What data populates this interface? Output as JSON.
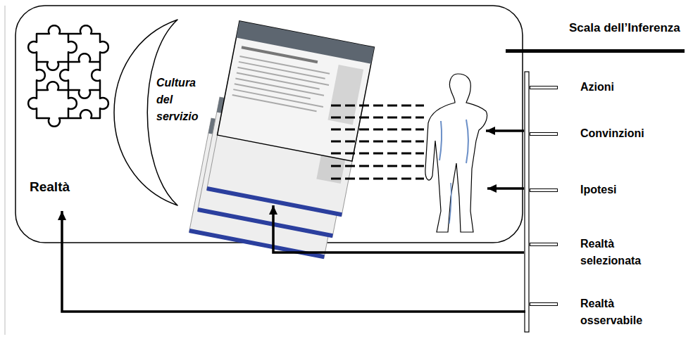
{
  "diagram": {
    "title": "Scala dell’Inferenza",
    "nodes": [
      {
        "text": [
          "Realtà"
        ]
      },
      {
        "text": [
          "Cultura del servizio"
        ]
      },
      {
        "text": [
          "Azioni"
        ]
      },
      {
        "text": [
          "Convinzioni"
        ]
      },
      {
        "text": [
          "Ipotesi"
        ]
      },
      {
        "text": [
          "Realtà selezionata"
        ]
      },
      {
        "text": [
          "Realtà osservabile"
        ]
      }
    ],
    "edges": [
      {
        "from": 6,
        "to": 0,
        "arrow": "to"
      }
    ]
  }
}
